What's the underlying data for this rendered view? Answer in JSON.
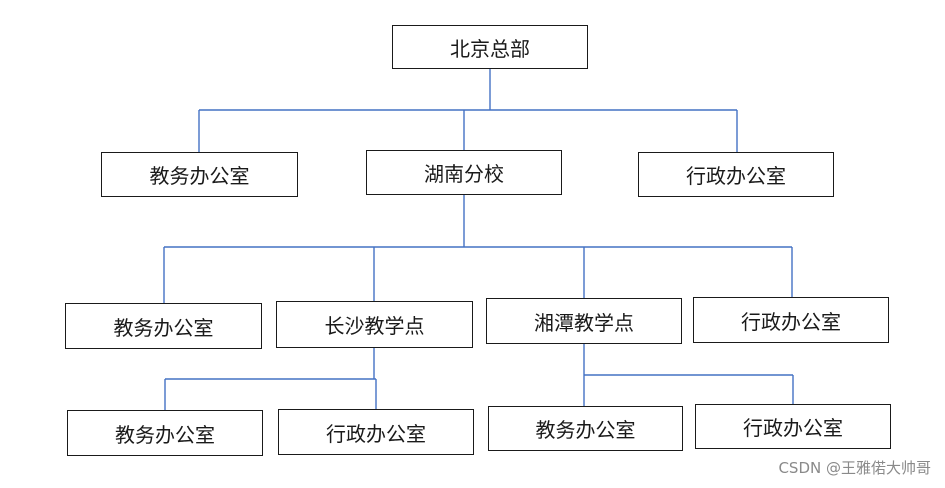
{
  "colors": {
    "connector": "#4472C4",
    "box_border": "#1a1a1a",
    "text": "#1a1a1a",
    "watermark": "#8a8a8a"
  },
  "org": {
    "root": "北京总部",
    "level1": [
      "教务办公室",
      "湖南分校",
      "行政办公室"
    ],
    "level2": [
      "教务办公室",
      "长沙教学点",
      "湘潭教学点",
      "行政办公室"
    ],
    "changsha_children": [
      "教务办公室",
      "行政办公室"
    ],
    "xiangtan_children": [
      "教务办公室",
      "行政办公室"
    ]
  },
  "watermark": "CSDN @王雅偌大帅哥"
}
